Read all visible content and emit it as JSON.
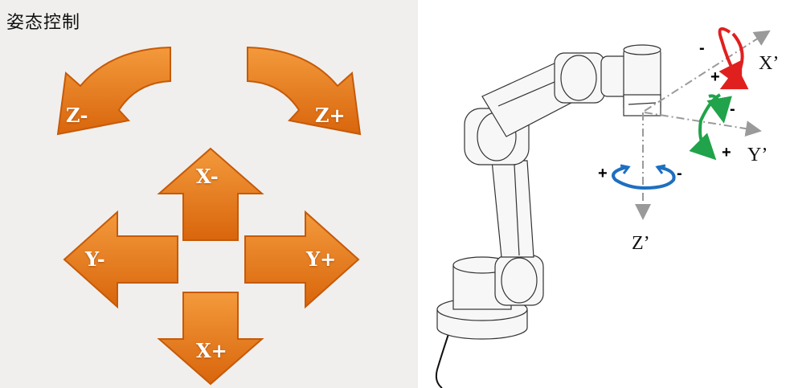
{
  "panel": {
    "title": "姿态控制",
    "buttons": {
      "z_minus": "Z-",
      "z_plus": "Z+",
      "x_minus": "X-",
      "x_plus": "X+",
      "y_minus": "Y-",
      "y_plus": "Y+"
    }
  },
  "diagram": {
    "axes": {
      "x": "X’",
      "y": "Y’",
      "z": "Z’"
    },
    "signs": {
      "plus": "+",
      "minus": "-"
    }
  },
  "colors": {
    "button_orange": "#e8791b",
    "x_rotation": "#e0201e",
    "y_rotation": "#20a34a",
    "z_rotation": "#1e6fc0",
    "axis": "#9a9a9a"
  }
}
